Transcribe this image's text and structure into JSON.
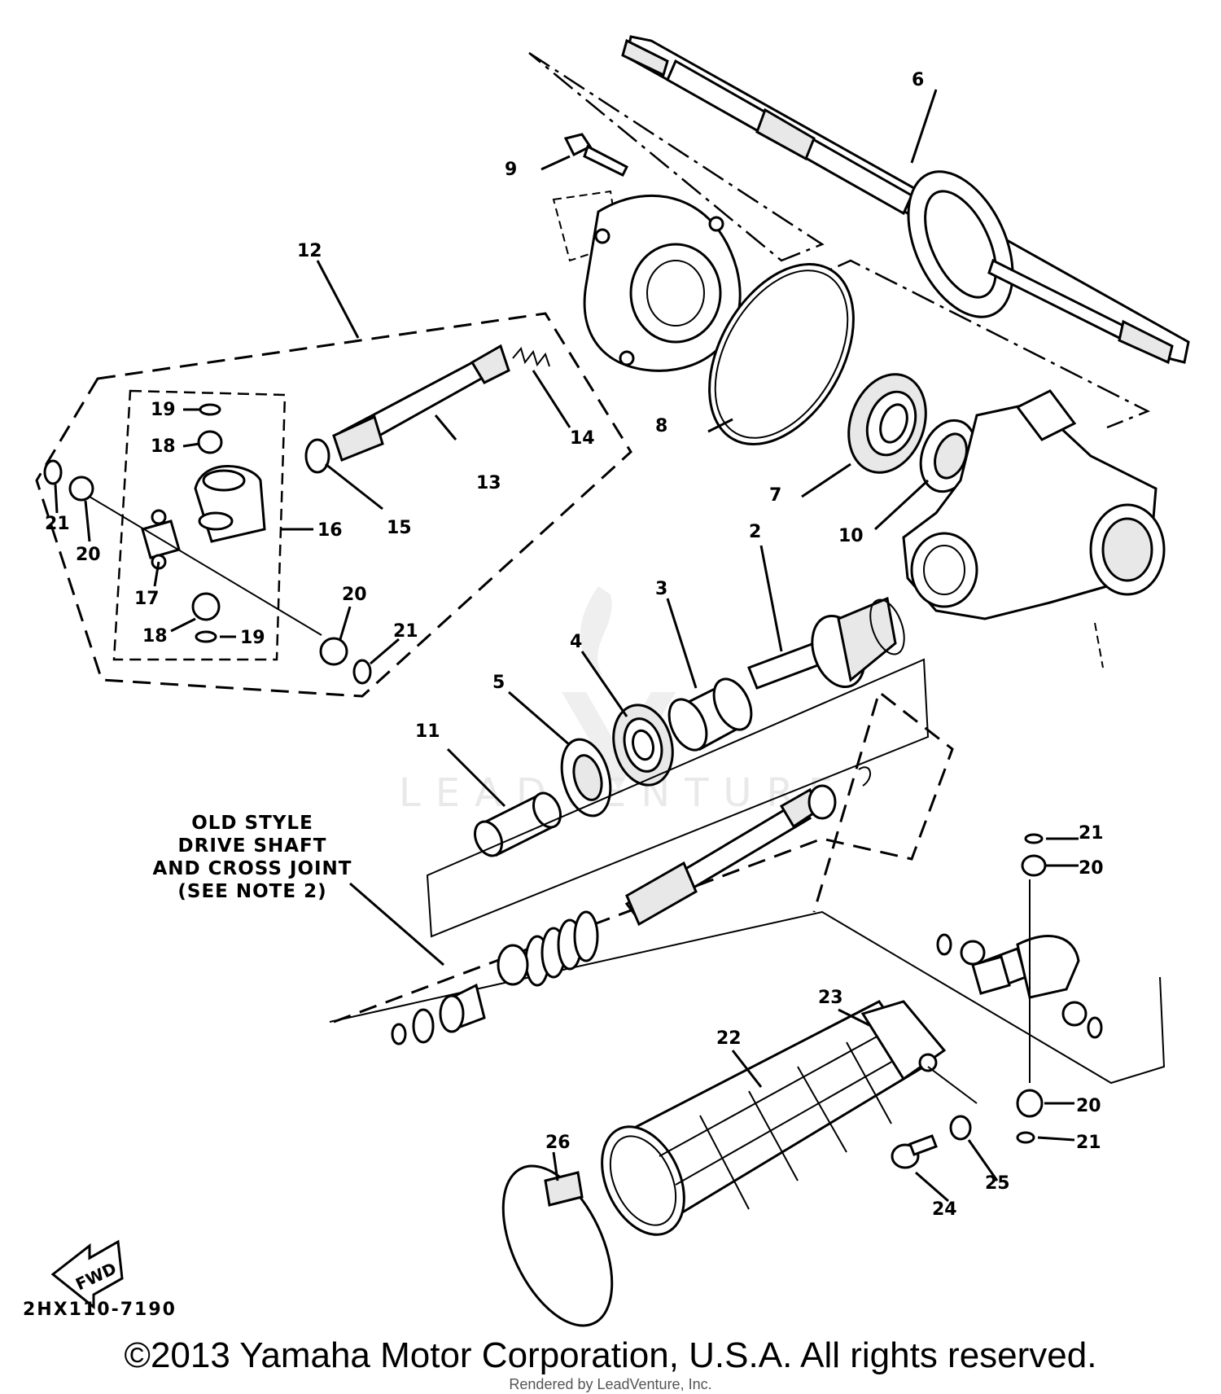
{
  "watermark": "LEADVENTURE",
  "callouts": [
    {
      "id": "c6",
      "text": "6"
    },
    {
      "id": "c9",
      "text": "9"
    },
    {
      "id": "c12",
      "text": "12"
    },
    {
      "id": "c8",
      "text": "8"
    },
    {
      "id": "c7",
      "text": "7"
    },
    {
      "id": "c10",
      "text": "10"
    },
    {
      "id": "c2",
      "text": "2"
    },
    {
      "id": "c3",
      "text": "3"
    },
    {
      "id": "c4",
      "text": "4"
    },
    {
      "id": "c5",
      "text": "5"
    },
    {
      "id": "c11",
      "text": "11"
    },
    {
      "id": "c13",
      "text": "13"
    },
    {
      "id": "c14",
      "text": "14"
    },
    {
      "id": "c15",
      "text": "15"
    },
    {
      "id": "c16",
      "text": "16"
    },
    {
      "id": "c17",
      "text": "17"
    },
    {
      "id": "c18a",
      "text": "18"
    },
    {
      "id": "c18b",
      "text": "18"
    },
    {
      "id": "c19a",
      "text": "19"
    },
    {
      "id": "c19b",
      "text": "19"
    },
    {
      "id": "c20a",
      "text": "20"
    },
    {
      "id": "c20b",
      "text": "20"
    },
    {
      "id": "c20c",
      "text": "20"
    },
    {
      "id": "c20d",
      "text": "20"
    },
    {
      "id": "c21a",
      "text": "21"
    },
    {
      "id": "c21b",
      "text": "21"
    },
    {
      "id": "c21c",
      "text": "21"
    },
    {
      "id": "c21d",
      "text": "21"
    },
    {
      "id": "c22",
      "text": "22"
    },
    {
      "id": "c23",
      "text": "23"
    },
    {
      "id": "c24",
      "text": "24"
    },
    {
      "id": "c25",
      "text": "25"
    },
    {
      "id": "c26",
      "text": "26"
    }
  ],
  "note": {
    "line1": "OLD STYLE",
    "line2": "DRIVE SHAFT",
    "line3": "AND CROSS JOINT",
    "line4": "(SEE NOTE 2)"
  },
  "fwd_label": "FWD",
  "drawing_code": "2HX110-7190",
  "copyright": "©2013 Yamaha Motor Corporation, U.S.A. All rights reserved.",
  "rendered_by": "Rendered by LeadVenture, Inc."
}
